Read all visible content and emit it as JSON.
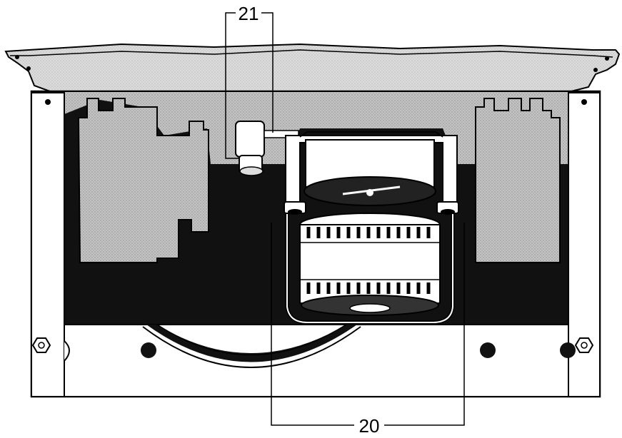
{
  "callouts": [
    {
      "id": "top",
      "label": "21"
    },
    {
      "id": "bottom",
      "label": "20"
    }
  ],
  "colors": {
    "ink": "#000000",
    "paper": "#ffffff",
    "shade": "#b8b8b8",
    "dark": "#111111"
  }
}
